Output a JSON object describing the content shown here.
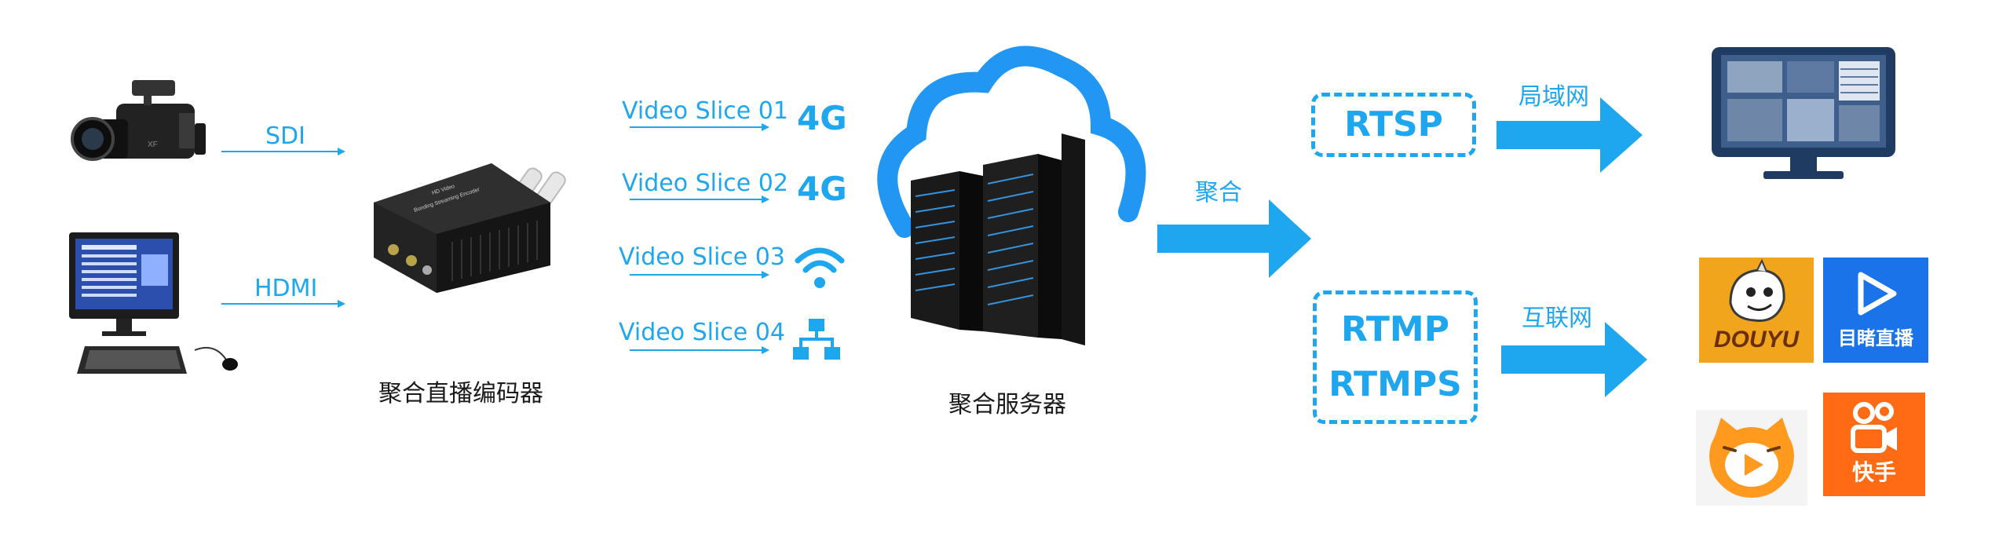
{
  "inputs": {
    "sdi_label": "SDI",
    "hdmi_label": "HDMI"
  },
  "encoder": {
    "caption": "聚合直播编码器",
    "panel_text_1": "HD Video",
    "panel_text_2": "Bonding Streaming Encoder"
  },
  "slices": [
    {
      "label": "Video Slice 01",
      "badge": "4G",
      "icon": "4g-text"
    },
    {
      "label": "Video Slice 02",
      "badge": "4G",
      "icon": "4g-text"
    },
    {
      "label": "Video  Slice 03",
      "badge": "",
      "icon": "wifi-icon"
    },
    {
      "label": "Video  Slice 04",
      "badge": "",
      "icon": "network-icon"
    }
  ],
  "server": {
    "caption": "聚合服务器",
    "aggregate_label": "聚合"
  },
  "protocols": {
    "rtsp": "RTSP",
    "rtmp": "RTMP",
    "rtmps": "RTMPS",
    "lan_label": "局域网",
    "internet_label": "互联网"
  },
  "platforms": {
    "douyu": "DOUYU",
    "mudu": "目睹直播",
    "kuaishou": "快手"
  },
  "colors": {
    "accent": "#1ea6ee",
    "douyu_bg": "#f0a51c",
    "mudu_bg": "#1a73e8",
    "kuaishou_bg": "#ff6a14"
  }
}
